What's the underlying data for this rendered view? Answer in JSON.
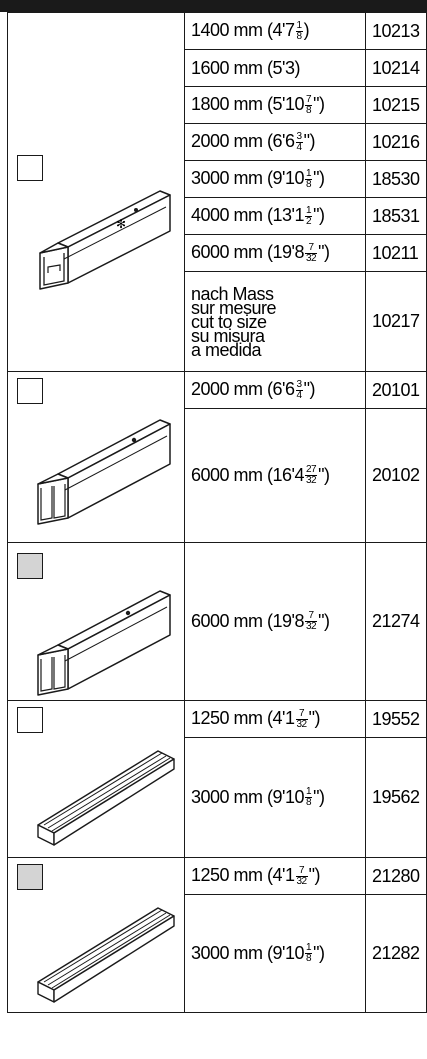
{
  "groups": [
    {
      "checkbox_filled": false,
      "rows": [
        {
          "len_main": "1400 mm (4'7",
          "frac_num": "1",
          "frac_den": "8",
          "close": ")",
          "article": "10213"
        },
        {
          "len_main": "1600 mm (5'3)",
          "frac_num": "",
          "frac_den": "",
          "close": "",
          "article": "10214"
        },
        {
          "len_main": "1800 mm (5'10",
          "frac_num": "7",
          "frac_den": "8",
          "close": "\")",
          "article": "10215"
        },
        {
          "len_main": "2000 mm (6'6",
          "frac_num": "3",
          "frac_den": "4",
          "close": "\")",
          "article": "10216"
        },
        {
          "len_main": "3000 mm (9'10",
          "frac_num": "1",
          "frac_den": "8",
          "close": "\")",
          "article": "18530"
        },
        {
          "len_main": "4000 mm (13'1",
          "frac_num": "1",
          "frac_den": "2",
          "close": "\")",
          "article": "18531"
        },
        {
          "len_main": "6000 mm (19'8",
          "frac_num": "7",
          "frac_den": "32",
          "close": "\")",
          "article": "10211"
        }
      ],
      "custom": {
        "lines": [
          "nach Mass",
          "sur mesure",
          "cut to size",
          "su misura",
          "a medida"
        ],
        "article": "10217"
      }
    },
    {
      "checkbox_filled": false,
      "rows": [
        {
          "len_main": "2000 mm (6'6",
          "frac_num": "3",
          "frac_den": "4",
          "close": "\")",
          "article": "20101"
        },
        {
          "len_main": "6000 mm (16'4",
          "frac_num": "27",
          "frac_den": "32",
          "close": "\")",
          "article": "20102"
        }
      ]
    },
    {
      "checkbox_filled": true,
      "rows": [
        {
          "len_main": "6000 mm (19'8",
          "frac_num": "7",
          "frac_den": "32",
          "close": "\")",
          "article": "21274"
        }
      ]
    },
    {
      "checkbox_filled": false,
      "rows": [
        {
          "len_main": "1250 mm (4'1",
          "frac_num": "7",
          "frac_den": "32",
          "close": "\")",
          "article": "19552"
        },
        {
          "len_main": "3000 mm (9'10",
          "frac_num": "1",
          "frac_den": "8",
          "close": "\")",
          "article": "19562"
        }
      ]
    },
    {
      "checkbox_filled": true,
      "rows": [
        {
          "len_main": "1250 mm (4'1",
          "frac_num": "7",
          "frac_den": "32",
          "close": "\")",
          "article": "21280"
        },
        {
          "len_main": "3000 mm (9'10",
          "frac_num": "1",
          "frac_den": "8",
          "close": "\")",
          "article": "21282"
        }
      ]
    }
  ],
  "icons": {
    "profile_single": "single-track-profile-icon",
    "profile_double": "double-track-profile-icon",
    "profile_rail": "floor-rail-profile-icon"
  },
  "colors": {
    "border": "#1a1a1a",
    "checkbox_grey": "#d4d4d4"
  }
}
